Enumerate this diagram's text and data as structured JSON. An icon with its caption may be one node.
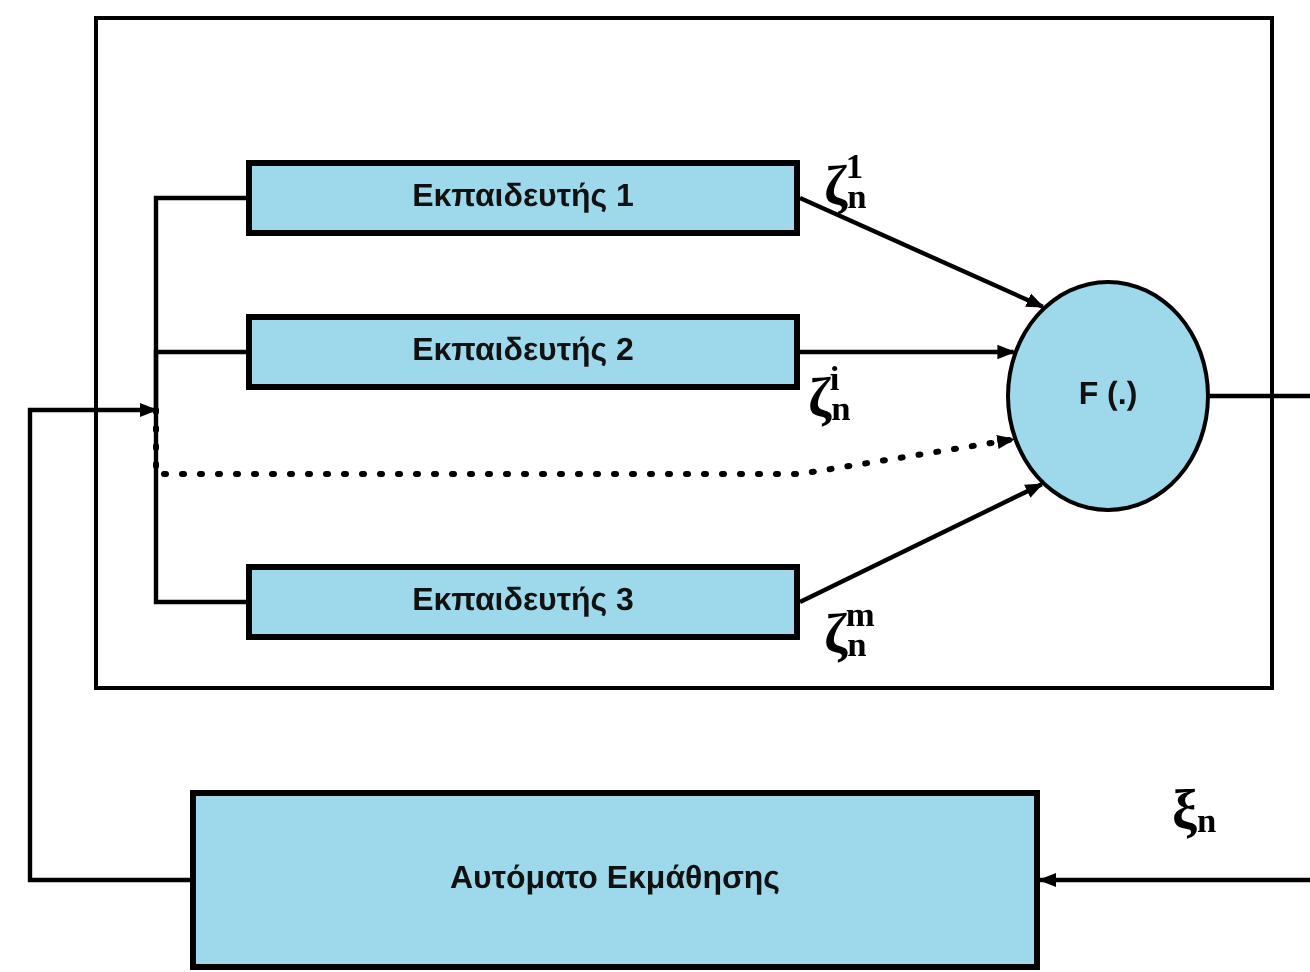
{
  "diagram": {
    "nodes": [
      {
        "text": [],
        "shape": "box"
      },
      {
        "text": [
          "Εκπαιδευτής 1"
        ],
        "in": 0
      },
      {
        "text": [
          "Εκπαιδευτής 2"
        ],
        "in": 0
      },
      {
        "text": [
          "Εκπαιδευτής 3"
        ],
        "in": 0
      },
      {
        "text": [
          "F (.)"
        ],
        "in": 0
      },
      {
        "text": [
          "Αυτόματο Εκμάθησης"
        ]
      }
    ],
    "edges": [
      {
        "from": 5,
        "to": null,
        "arrow": "to"
      },
      {
        "from": null,
        "to": 1,
        "arrow": "none"
      },
      {
        "from": null,
        "to": 2,
        "arrow": "none"
      },
      {
        "from": null,
        "to": 4,
        "arrow": "to",
        "style": "dashed",
        "label": "ζ$_{n}$$^{i}$"
      },
      {
        "from": null,
        "to": 3,
        "arrow": "none"
      },
      {
        "from": 1,
        "to": 4,
        "arrow": "to",
        "label": "ζ$_{n}$$^{1}$"
      },
      {
        "from": 2,
        "to": 4,
        "arrow": "to"
      },
      {
        "from": 3,
        "to": 4,
        "arrow": "to",
        "label": "ζ$_{n}$$^{m}$"
      },
      {
        "from": 4,
        "to": null,
        "arrow": "none"
      },
      {
        "from": null,
        "to": 5,
        "arrow": "to",
        "label": "ξ$_{n}$"
      }
    ]
  }
}
